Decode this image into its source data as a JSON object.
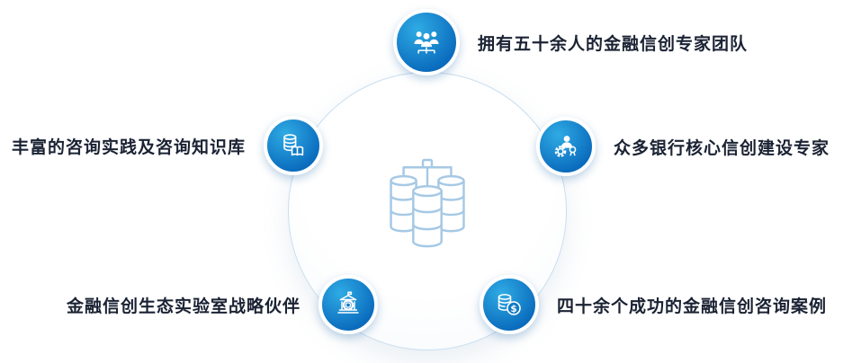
{
  "diagram": {
    "type": "radial-infographic",
    "center_icon": "database-cluster",
    "nodes": [
      {
        "icon": "team-icon",
        "position": "top",
        "side": "right",
        "label": "拥有五十余人的金融信创专家团队"
      },
      {
        "icon": "expert-badge-icon",
        "position": "right",
        "side": "right",
        "label": "众多银行核心信创建设专家"
      },
      {
        "icon": "database-book-icon",
        "position": "left",
        "side": "left",
        "label": "丰富的咨询实践及咨询知识库"
      },
      {
        "icon": "bank-gear-icon",
        "position": "bottom-left",
        "side": "left",
        "label": "金融信创生态实验室战略伙伴"
      },
      {
        "icon": "coins-dollar-icon",
        "position": "bottom-right",
        "side": "right",
        "label": "四十余个成功的金融信创咨询案例"
      }
    ]
  },
  "colors": {
    "badge_gradient_start": "#2fabe4",
    "badge_gradient_end": "#0a6bbd",
    "badge_ring": "#ffffff",
    "center_circle_border": "#c9def0",
    "center_icon_stroke": "#a6c9e5",
    "label_text": "#1a2233",
    "background": "#ffffff"
  }
}
